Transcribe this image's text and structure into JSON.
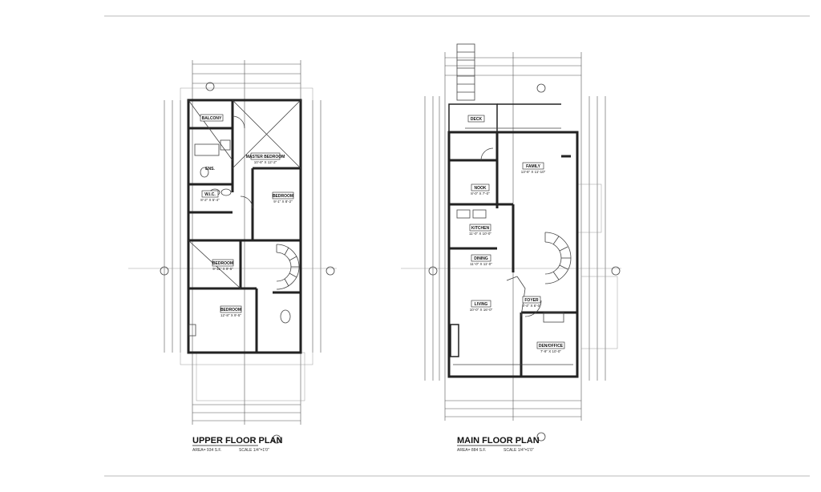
{
  "upper_plan": {
    "title": "UPPER FLOOR PLAN",
    "area": "AREA= 934 S.F.",
    "scale": "SCALE 1/4\"=1'0\"",
    "rooms": [
      {
        "name": "BALCONY",
        "size": ""
      },
      {
        "name": "MASTER BEDROOM",
        "size": "10'-8\" X 12'-2\""
      },
      {
        "name": "ENS.",
        "size": ""
      },
      {
        "name": "W.I.C.",
        "size": "8'-2\" X 5'-4\""
      },
      {
        "name": "BEDROOM",
        "size": "9'-1\" X 8'-2\""
      },
      {
        "name": "BEDROOM",
        "size": "9'-11\" X 9'-5\""
      },
      {
        "name": "BEDROOM",
        "size": "12'-8\" X 9'-5\""
      }
    ]
  },
  "main_plan": {
    "title": "MAIN FLOOR PLAN",
    "area": "AREA= 884 S.F.",
    "scale": "SCALE 1/4\"=1'0\"",
    "rooms": [
      {
        "name": "DECK",
        "size": ""
      },
      {
        "name": "FAMILY",
        "size": "13'-6\" X 11'-10\""
      },
      {
        "name": "NOOK",
        "size": "8'-0\" X 7'-0\""
      },
      {
        "name": "KITCHEN",
        "size": "11'-0\" X 10'-0\""
      },
      {
        "name": "DINING",
        "size": "11'-0\" X 11'-0\""
      },
      {
        "name": "LIVING",
        "size": "10'-0\" X 16'-0\""
      },
      {
        "name": "FOYER",
        "size": "8'-4\" X 6'-0\""
      },
      {
        "name": "DEN/OFFICE",
        "size": "7'-9\" X 10'-0\""
      }
    ]
  }
}
